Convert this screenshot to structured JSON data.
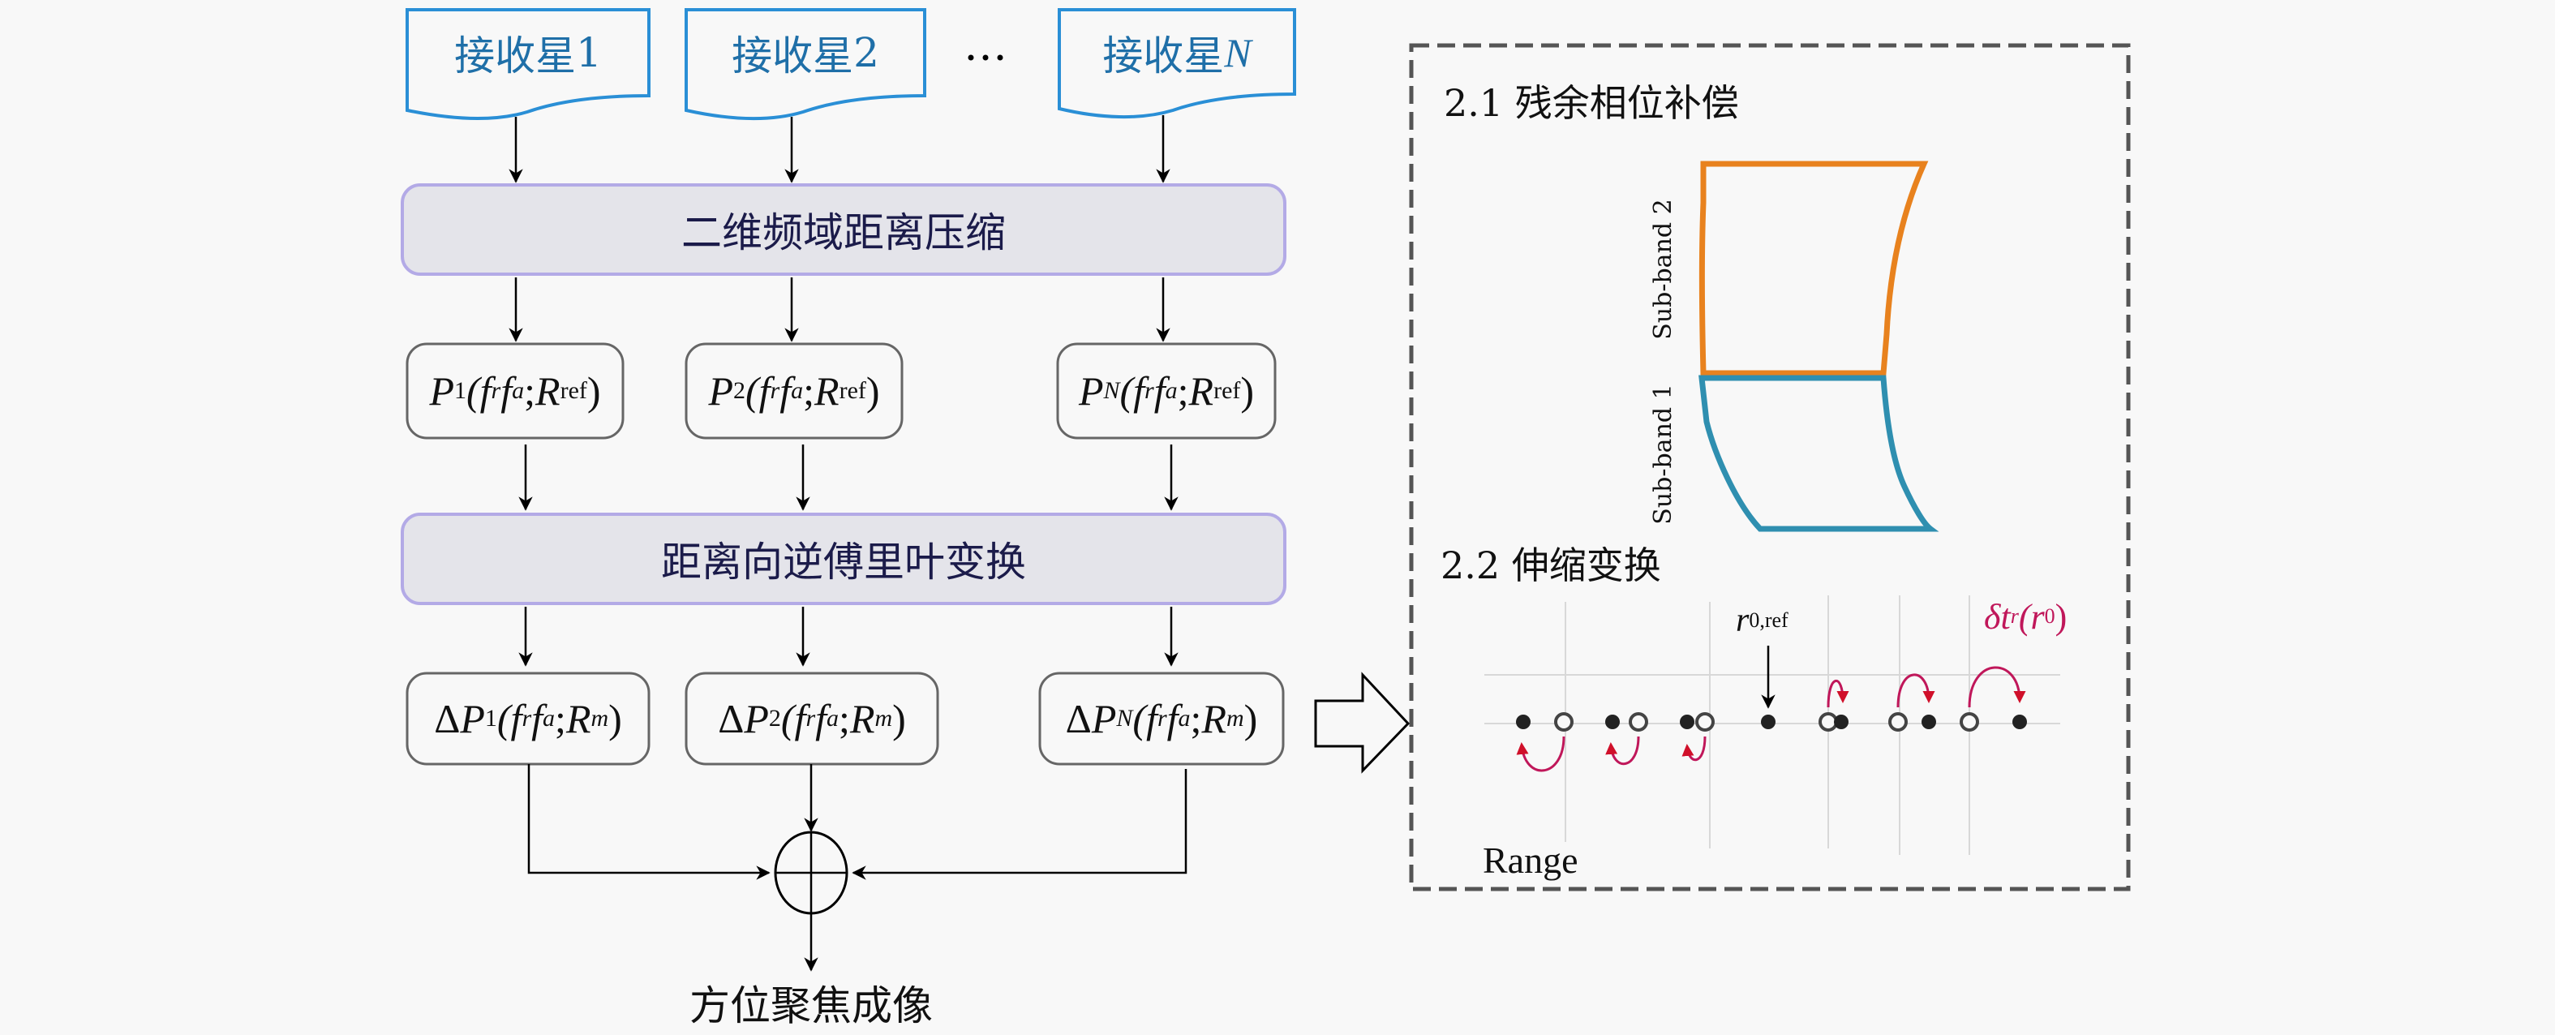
{
  "receivers": [
    {
      "label_text": "接收星",
      "index": "1",
      "index_italic": false
    },
    {
      "label_text": "接收星",
      "index": "2",
      "index_italic": false
    },
    {
      "label_text": "接收星",
      "index": "N",
      "index_italic": true
    }
  ],
  "ellipsis": "···",
  "step1": {
    "label": "二维频域距离压缩"
  },
  "p_nodes": [
    {
      "P": "P",
      "sub": "1",
      "args": "(f",
      "r": "r",
      "fa": "f",
      "a": "a",
      "sep": ";",
      "R": "R",
      "Rsub": "ref",
      "close": ")"
    },
    {
      "P": "P",
      "sub": "2",
      "args": "(f",
      "r": "r",
      "fa": "f",
      "a": "a",
      "sep": ";",
      "R": "R",
      "Rsub": "ref",
      "close": ")"
    },
    {
      "P": "P",
      "sub": "N",
      "args": "(f",
      "r": "r",
      "fa": "f",
      "a": "a",
      "sep": ";",
      "R": "R",
      "Rsub": "ref",
      "close": ")"
    }
  ],
  "step2": {
    "label": "距离向逆傅里叶变换"
  },
  "dp_nodes": [
    {
      "delta": "Δ",
      "P": "P",
      "sub": "1",
      "args": "(f",
      "r": "r",
      "fa": "f",
      "a": "a",
      "sep": ";",
      "R": "R",
      "Rsub": "m",
      "close": ")"
    },
    {
      "delta": "Δ",
      "P": "P",
      "sub": "2",
      "args": "(f",
      "r": "r",
      "fa": "f",
      "a": "a",
      "sep": ";",
      "R": "R",
      "Rsub": "m",
      "close": ")"
    },
    {
      "delta": "Δ",
      "P": "P",
      "sub": "N",
      "args": "(f",
      "r": "r",
      "fa": "f",
      "a": "a",
      "sep": ";",
      "R": "R",
      "Rsub": "m",
      "close": ")"
    }
  ],
  "sum_symbol": "⊕",
  "output": {
    "label": "方位聚焦成像"
  },
  "panel": {
    "section1_title": "2.1 残余相位补偿",
    "subband2_label": "Sub-band 2",
    "subband1_label": "Sub-band 1",
    "section2_title": "2.2 伸缩变换",
    "ref_label": {
      "r": "r",
      "sub": "0,ref"
    },
    "delta_label": {
      "d": "δt",
      "sub": "r",
      "arg": "(r",
      "argsub": "0",
      "close": ")"
    },
    "range_label": "Range"
  },
  "colors": {
    "background": "#f8f8f8",
    "doc_border": "#2a8fd6",
    "doc_text": "#1f6fa8",
    "process_fill": "#e4e4ea",
    "process_border": "#b3aae6",
    "process_text": "#1b1b4a",
    "node_border": "#666666",
    "subband2": "#e8821e",
    "subband1": "#2f8fb0",
    "arc_red": "#c0175a",
    "dashed_border": "#555555"
  }
}
